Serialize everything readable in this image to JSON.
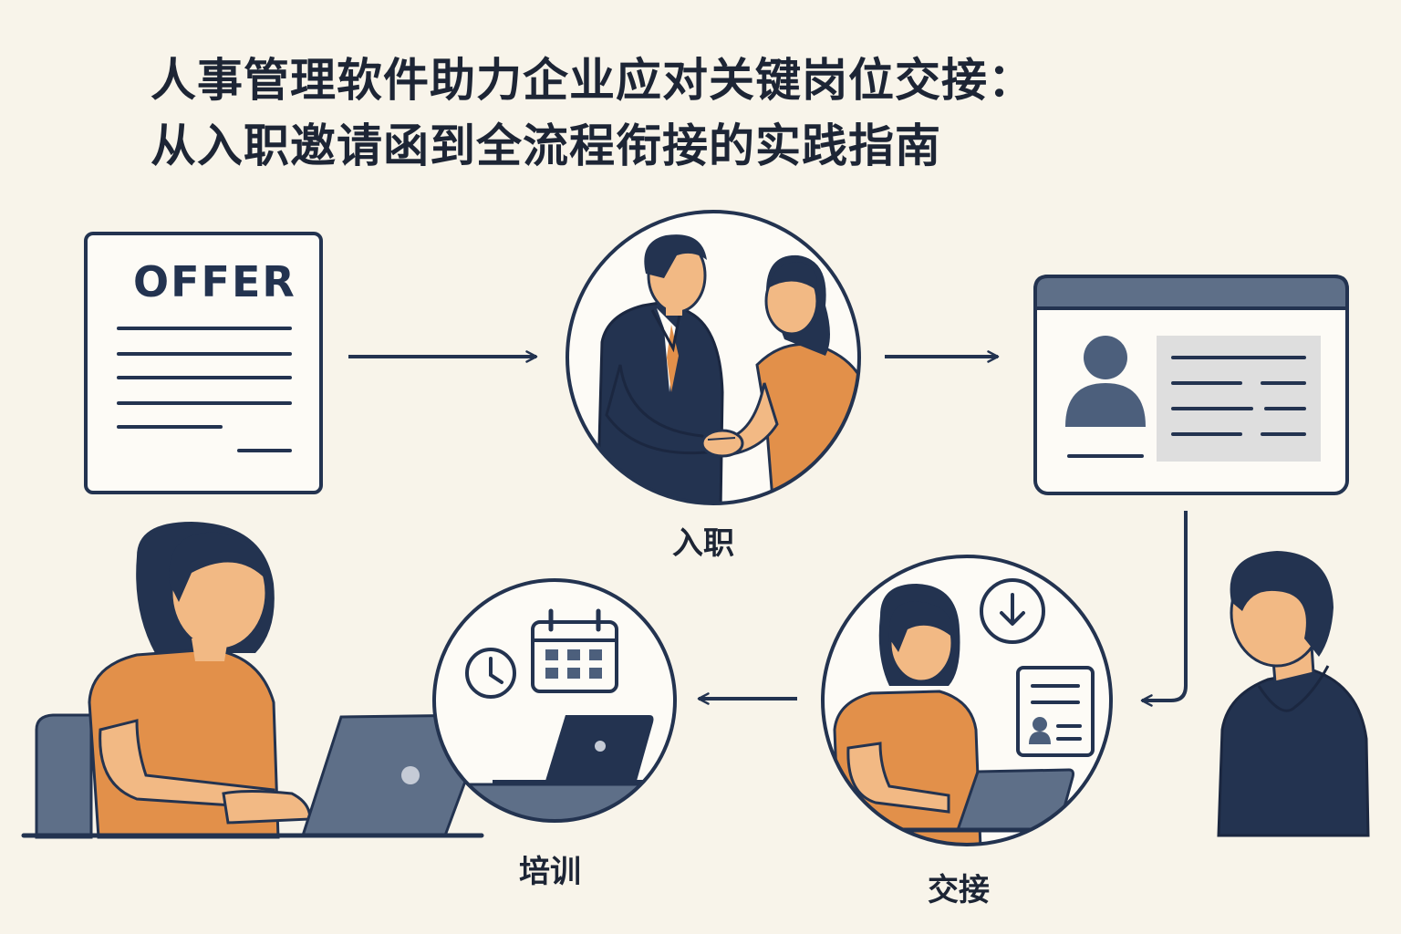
{
  "title": {
    "line1": "人事管理软件助力企业应对关键岗位交接：",
    "line2": "从入职邀请函到全流程衔接的实践指南"
  },
  "offer_document": {
    "heading": "OFFER"
  },
  "steps": {
    "onboarding": "入职",
    "training": "培训",
    "handover": "交接"
  },
  "colors": {
    "background": "#f8f4ea",
    "navy": "#233350",
    "orange": "#e2904a",
    "slate": "#5e6f88",
    "skin": "#f2b984",
    "hair": "#233350"
  }
}
